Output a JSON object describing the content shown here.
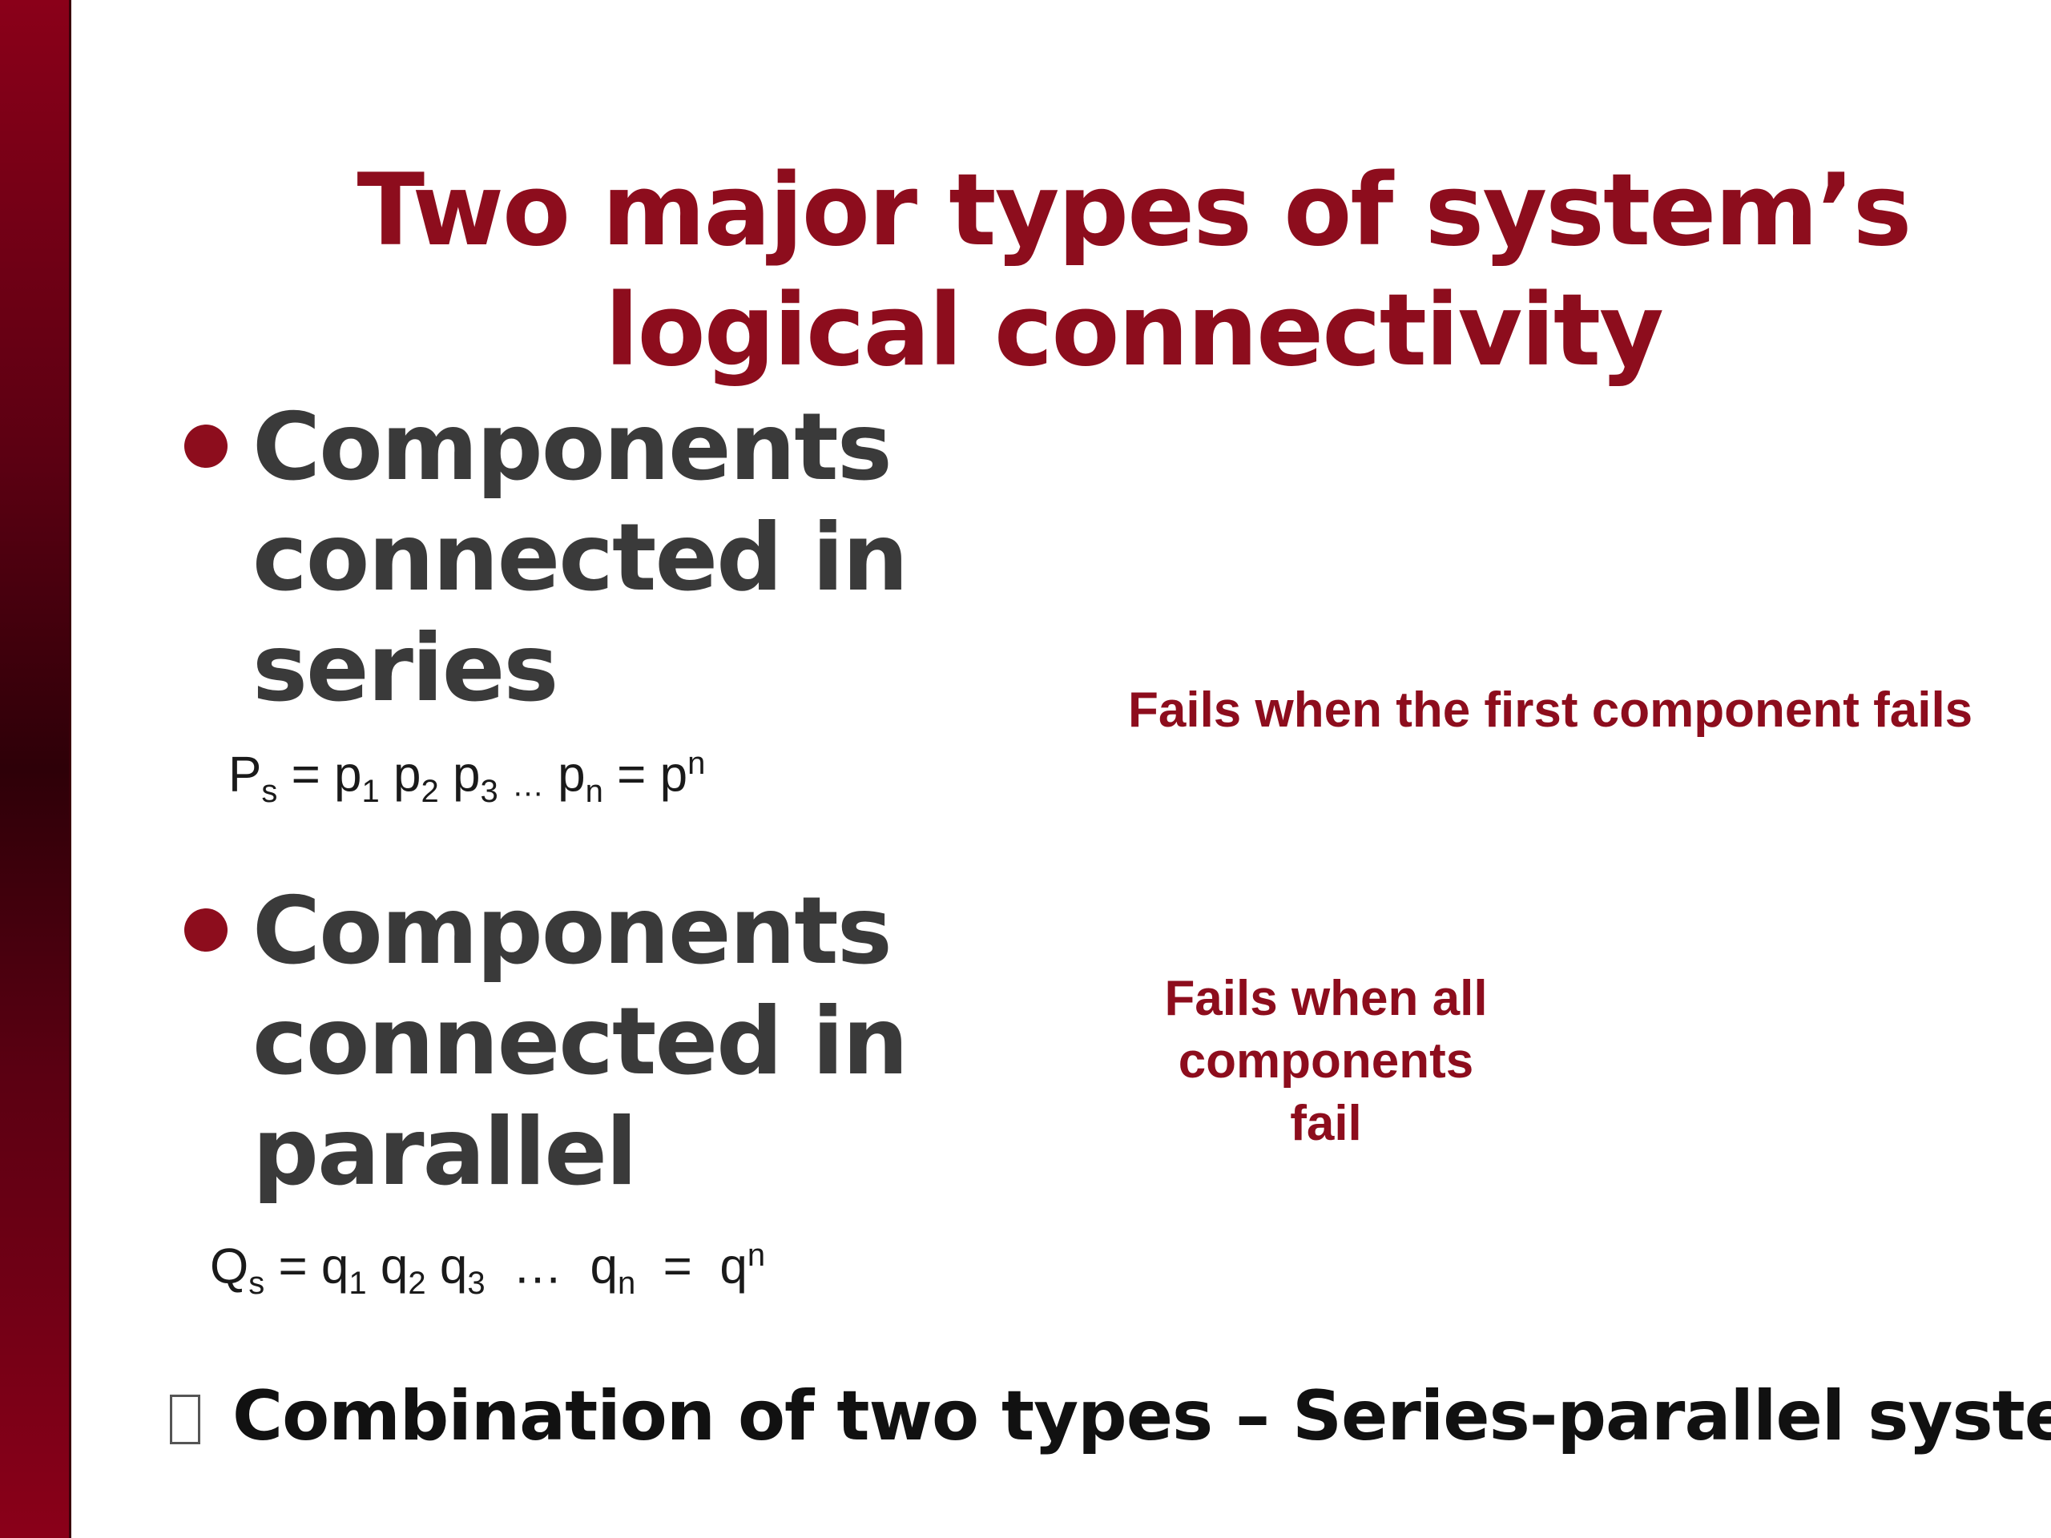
{
  "slide": {
    "title": "Two major types of system’s logical connectivity",
    "bullets": [
      {
        "text": "Components connected in series",
        "note": "Fails when the first component fails"
      },
      {
        "text": "Components connected in parallel",
        "note": "Fails when all components fail"
      }
    ],
    "formula_series": {
      "P": "P",
      "P_sub": "s",
      "eq1": " = ",
      "p1": "p",
      "p1_sub": "1",
      "p2": "p",
      "p2_sub": "2",
      "p3": "p",
      "p3_sub": "3",
      "dots": "…",
      "pn": "p",
      "pn_sub": "n",
      "eq2": " = ",
      "pow": "p",
      "pow_sup": "n"
    },
    "formula_parallel": {
      "Q": "Q",
      "Q_sub": "s",
      "eq1": " = ",
      "q1": "q",
      "q1_sub": "1",
      "q2": "q",
      "q2_sub": "2",
      "q3": "q",
      "q3_sub": "3",
      "dots": "…",
      "qn": "q",
      "qn_sub": "n",
      "eq2": "  =  ",
      "pow": "q",
      "pow_sup": "n"
    },
    "bottom_text": "Combination of two types – Series-parallel system",
    "colors": {
      "accent": "#8d0d1d",
      "sidebar": "#5b0012",
      "bullet_text": "#3a3a3a"
    }
  }
}
